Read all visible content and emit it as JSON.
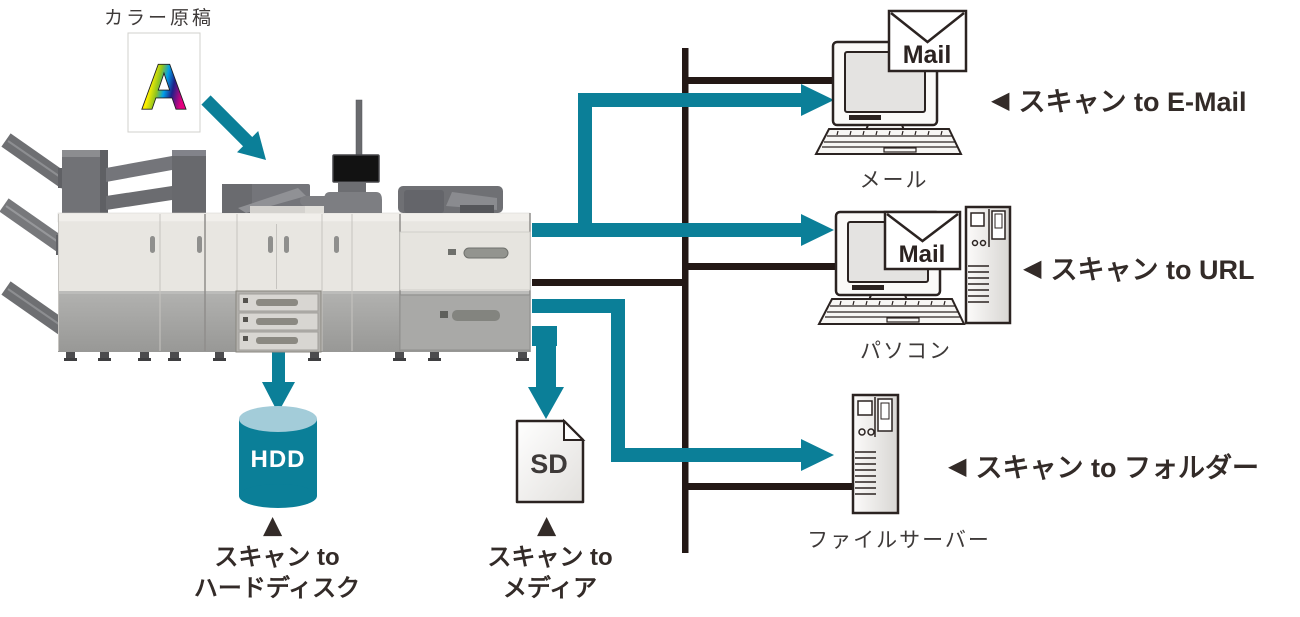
{
  "colors": {
    "background": "#ffffff",
    "accent": "#0b7f98",
    "line": "#231815",
    "text": "#332b28",
    "label": "#3e3a39",
    "hdd_top": "#a3ccd9",
    "hdd_text": "#ffffff"
  },
  "icons": {
    "callout_pointer": "◀",
    "up_pointer": "▲"
  },
  "source": {
    "label": "カラー原稿",
    "document_letter": "A"
  },
  "destinations": {
    "email": {
      "callout": "スキャン to E-Mail",
      "device_label": "メール",
      "envelope_text": "Mail"
    },
    "url": {
      "callout": "スキャン to URL",
      "device_label": "パソコン",
      "envelope_text": "Mail"
    },
    "folder": {
      "callout": "スキャン to フォルダー",
      "device_label": "ファイルサーバー"
    },
    "hard_disk": {
      "badge": "HDD",
      "label_line1": "スキャン to",
      "label_line2": "ハードディスク"
    },
    "media": {
      "badge": "SD",
      "label_line1": "スキャン to",
      "label_line2": "メディア"
    }
  }
}
